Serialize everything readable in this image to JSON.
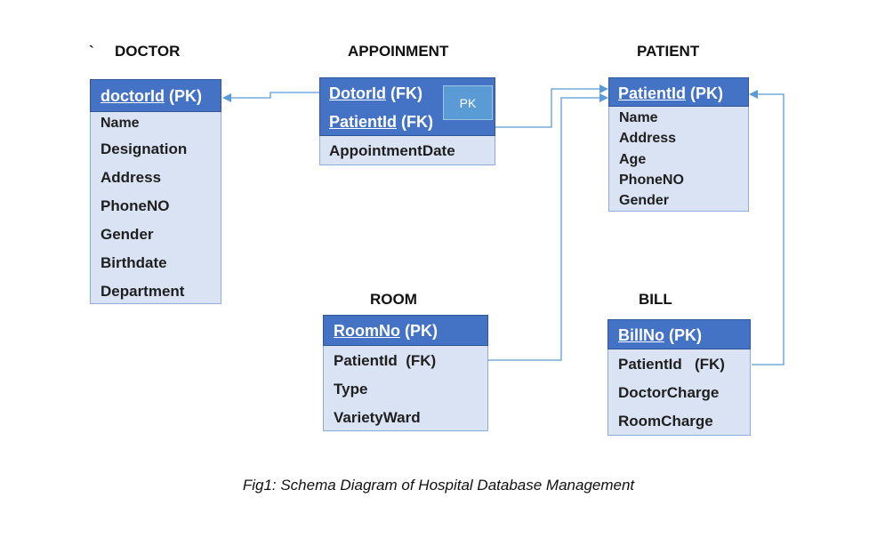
{
  "stray_mark": "`",
  "entities": {
    "doctor": {
      "title": "DOCTOR",
      "key": {
        "name": "doctorId",
        "tag": "(PK)"
      },
      "fields": [
        "Name",
        "Designation",
        "Address",
        "PhoneNO",
        "Gender",
        "Birthdate",
        "Department"
      ]
    },
    "appointment": {
      "title": "APPOINMENT",
      "keys": [
        {
          "name": "DotorId",
          "tag": "(FK)"
        },
        {
          "name": "PatientId",
          "tag": "(FK)"
        }
      ],
      "pk_badge": "PK",
      "fields": [
        "AppointmentDate"
      ]
    },
    "patient": {
      "title": "PATIENT",
      "key": {
        "name": "PatientId",
        "tag": "(PK)"
      },
      "fields": [
        "Name",
        "Address",
        "Age",
        "PhoneNO",
        "Gender"
      ]
    },
    "room": {
      "title": "ROOM",
      "key": {
        "name": "RoomNo",
        "tag": "(PK)"
      },
      "fields": [
        "PatientId  (FK)",
        "Type",
        "VarietyWard"
      ]
    },
    "bill": {
      "title": "BILL",
      "key": {
        "name": "BillNo",
        "tag": "(PK)"
      },
      "fields": [
        "PatientId   (FK)",
        "DoctorCharge",
        "RoomCharge"
      ]
    }
  },
  "caption": "Fig1: Schema Diagram of Hospital Database Management",
  "colors": {
    "header_fill": "#4472c4",
    "body_fill": "#dae3f3",
    "connector": "#5b9bd5",
    "pk_badge_fill": "#5b9bd5"
  }
}
